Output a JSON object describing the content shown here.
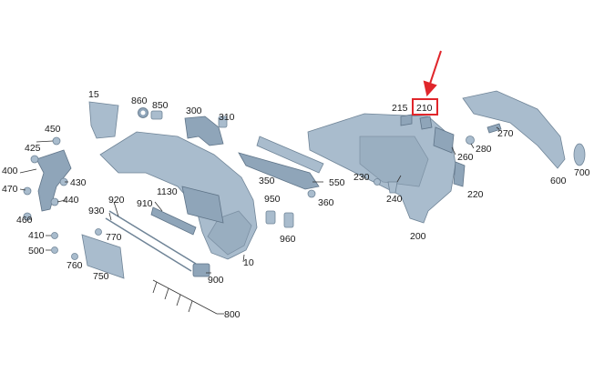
{
  "diagram": {
    "labels": {
      "l15": "15",
      "l860": "860",
      "l850": "850",
      "l300": "300",
      "l310": "310",
      "l450": "450",
      "l425": "425",
      "l400": "400",
      "l430": "430",
      "l470": "470",
      "l440": "440",
      "l460": "460",
      "l410": "410",
      "l500": "500",
      "l760": "760",
      "l750": "750",
      "l770": "770",
      "l920": "920",
      "l930": "930",
      "l910": "910",
      "l1130": "1130",
      "l350": "350",
      "l550": "550",
      "l950": "950",
      "l360": "360",
      "l960": "960",
      "l900": "900",
      "l10": "10",
      "l800": "800",
      "l215": "215",
      "l210": "210",
      "l230": "230",
      "l240": "240",
      "l260": "260",
      "l220": "220",
      "l280": "280",
      "l270": "270",
      "l200": "200",
      "l600": "600",
      "l700": "700"
    },
    "highlight": {
      "part": "210",
      "color": "#e0262b"
    },
    "colors": {
      "part_fill": "#a9bccd",
      "part_stroke": "#6f8497",
      "accent": "#e0262b"
    }
  }
}
